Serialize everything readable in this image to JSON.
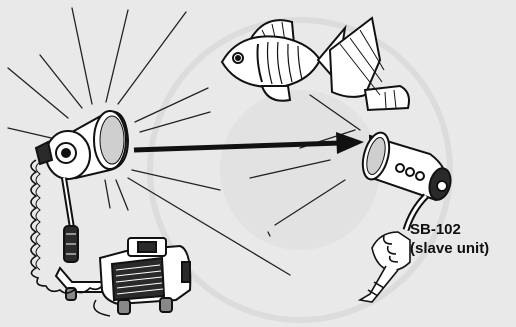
{
  "diagram": {
    "slave_unit": {
      "model": "SB-102",
      "role": "(slave unit)"
    },
    "components": [
      "master-strobe",
      "underwater-camera-housing",
      "sync-cord",
      "fish",
      "slave-strobe",
      "diver-hand"
    ],
    "colors": {
      "background": "#e9e9e9",
      "ink": "#111111",
      "dark_body": "#2a2a2a"
    }
  }
}
